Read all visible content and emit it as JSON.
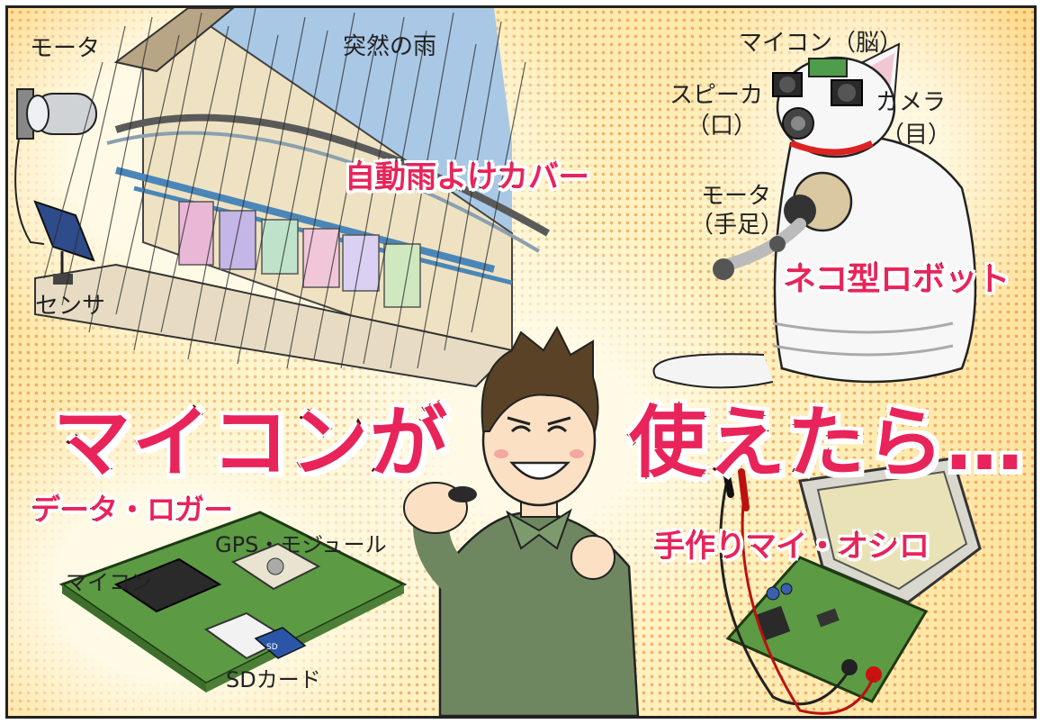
{
  "scene": {
    "headline_left": "マイコンが",
    "headline_right": "使えたら…"
  },
  "rain_panel": {
    "label_motor": "モータ",
    "label_sudden_rain": "突然の雨",
    "caption": "自動雨よけカバー",
    "label_sensor": "センサ"
  },
  "robot_panel": {
    "label_microcontroller_brain": "マイコン（脳）",
    "label_speaker": "スピーカ",
    "label_speaker_mouth": "（口）",
    "label_camera": "カメラ",
    "label_camera_eye": "（目）",
    "label_motor": "モータ",
    "label_motor_limbs": "（手足）",
    "caption": "ネコ型ロボット"
  },
  "logger_panel": {
    "caption": "データ・ロガー",
    "label_gps": "GPS・モジュール",
    "label_microcontroller": "マイコン",
    "label_sd": "SDカード",
    "sd_chip_text": "SD"
  },
  "scope_panel": {
    "caption": "手作りマイ・オシロ"
  },
  "colors": {
    "accent_pink": "#e8245a",
    "dot_orange": "#e87828",
    "board_green": "#5c9a44",
    "sky_blue": "#a9c8e6"
  },
  "icons": [
    "rain-cover-illustration",
    "robot-cat-illustration",
    "man-illustration",
    "data-logger-board",
    "oscilloscope-illustration"
  ]
}
